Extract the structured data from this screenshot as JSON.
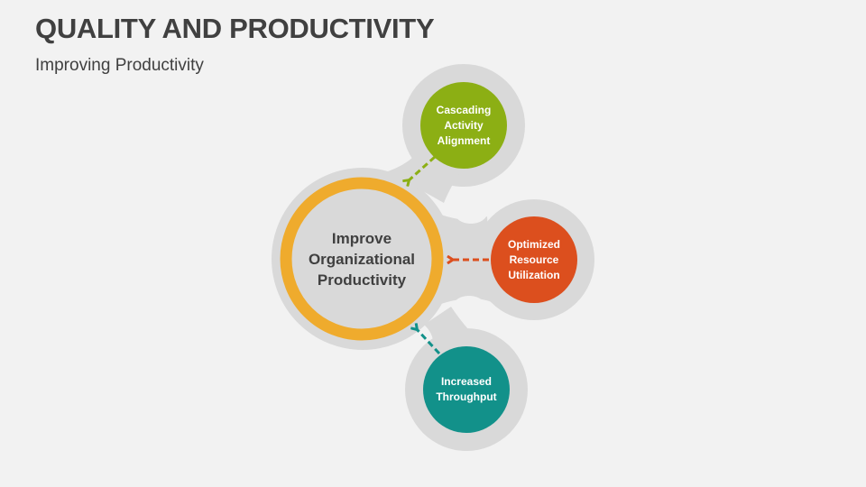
{
  "header": {
    "title": "QUALITY AND PRODUCTIVITY",
    "subtitle": "Improving Productivity"
  },
  "diagram": {
    "center": {
      "lines": [
        "Improve",
        "Organizational",
        "Productivity"
      ],
      "ring_color": "#efab2d",
      "fill_color": "#d9d9d9"
    },
    "nodes": [
      {
        "id": "cascading",
        "lines": [
          "Cascading",
          "Activity",
          "Alignment"
        ],
        "color": "#8caf14",
        "arrow_color": "#8caf14"
      },
      {
        "id": "optimized",
        "lines": [
          "Optimized",
          "Resource",
          "Utilization"
        ],
        "color": "#dc4f1e",
        "arrow_color": "#dc4f1e"
      },
      {
        "id": "throughput",
        "lines": [
          "Increased",
          "Throughput"
        ],
        "color": "#12918a",
        "arrow_color": "#12918a"
      }
    ],
    "blob_color": "#d9d9d9"
  }
}
